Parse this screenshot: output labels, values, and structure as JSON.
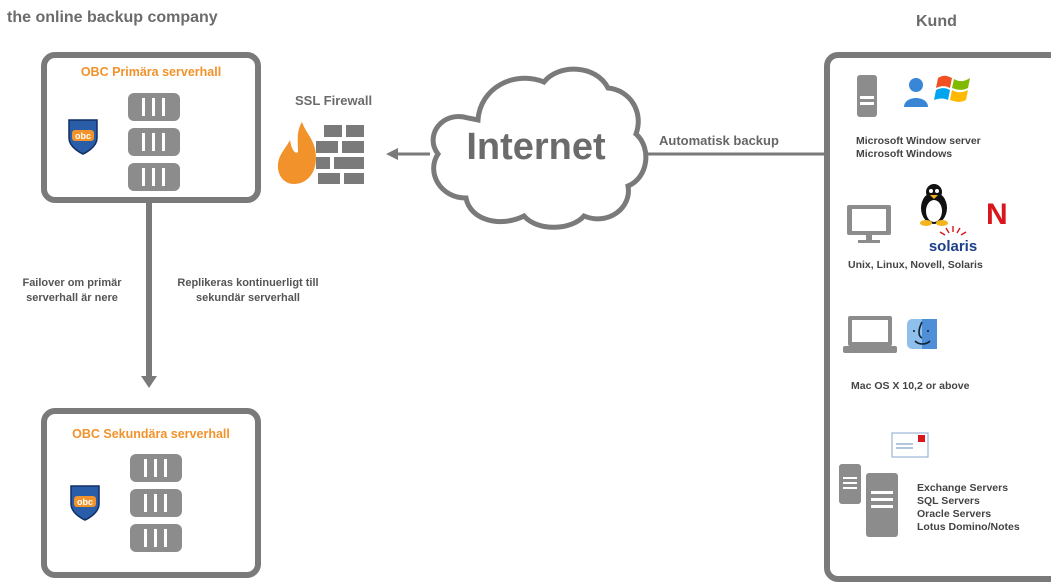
{
  "header": {
    "company": "the online backup company",
    "customer": "Kund"
  },
  "primary": {
    "title": "OBC Primära serverhall",
    "badge": "obc"
  },
  "secondary": {
    "title": "OBC Sekundära serverhall",
    "badge": "obc"
  },
  "firewall": {
    "label": "SSL Firewall"
  },
  "cloud": {
    "label": "Internet"
  },
  "backup": {
    "label": "Automatisk backup"
  },
  "failover": {
    "line1": "Failover om primär",
    "line2": "serverhall är nere"
  },
  "replication": {
    "line1": "Replikeras kontinuerligt till",
    "line2": "sekundär serverhall"
  },
  "clients": {
    "windows": {
      "line1": "Microsoft Window server",
      "line2": "Microsoft Windows"
    },
    "unix": {
      "text": "Unix, Linux, Novell, Solaris",
      "solaris_logo": "solaris",
      "novell_logo": "N"
    },
    "mac": {
      "text": "Mac OS X 10,2 or above"
    },
    "servers": [
      "Exchange Servers",
      "SQL Servers",
      "Oracle Servers",
      "Lotus Domino/Notes"
    ]
  },
  "colors": {
    "accent": "#f2922b",
    "frame": "#7a7a7a",
    "obc_blue": "#2a5da8",
    "novell_red": "#d8161c"
  }
}
